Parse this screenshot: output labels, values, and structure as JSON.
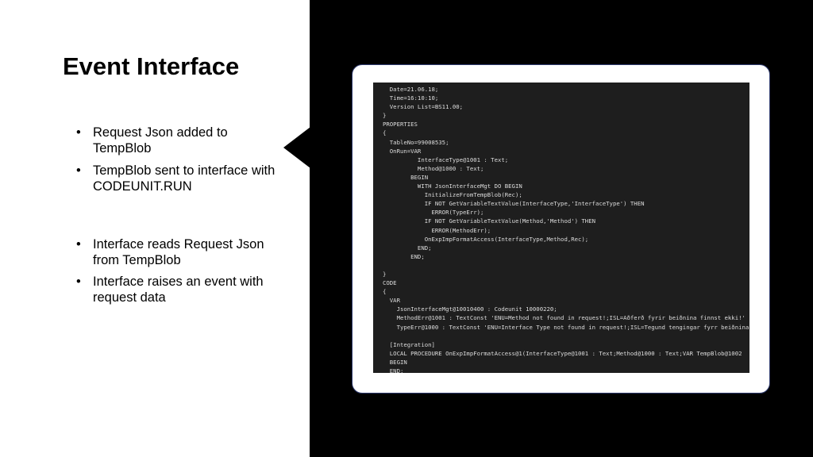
{
  "slide": {
    "title": "Event Interface",
    "bullets": [
      "Request Json added to TempBlob",
      "TempBlob sent to interface with CODEUNIT.RUN",
      "Interface reads Request Json from TempBlob",
      "Interface raises an event with request data"
    ]
  },
  "code": {
    "lines": [
      "  Date=21.06.18;",
      "  Time=16:10:10;",
      "  Version List=BS11.00;",
      "}",
      "PROPERTIES",
      "{",
      "  TableNo=99008535;",
      "  OnRun=VAR",
      "          InterfaceType@1001 : Text;",
      "          Method@1000 : Text;",
      "        BEGIN",
      "          WITH JsonInterfaceMgt DO BEGIN",
      "            InitializeFromTempBlob(Rec);",
      "            IF NOT GetVariableTextValue(InterfaceType,'InterfaceType') THEN",
      "              ERROR(TypeErr);",
      "            IF NOT GetVariableTextValue(Method,'Method') THEN",
      "              ERROR(MethodErr);",
      "            OnExpImpFormatAccess(InterfaceType,Method,Rec);",
      "          END;",
      "        END;",
      "",
      "}",
      "CODE",
      "{",
      "  VAR",
      "    JsonInterfaceMgt@10010400 : Codeunit 10000220;",
      "    MethodErr@1001 : TextConst 'ENU=Method not found in request!;ISL=Aðferð fyrir beiðnina finnst ekki!'",
      "    TypeErr@1000 : TextConst 'ENU=Interface Type not found in request!;ISL=Tegund tengingar fyrr beiðnina",
      "",
      "  [Integration]",
      "  LOCAL PROCEDURE OnExpImpFormatAccess@1(InterfaceType@1001 : Text;Method@1000 : Text;VAR TempBlob@1002",
      "  BEGIN",
      "  END;"
    ]
  }
}
